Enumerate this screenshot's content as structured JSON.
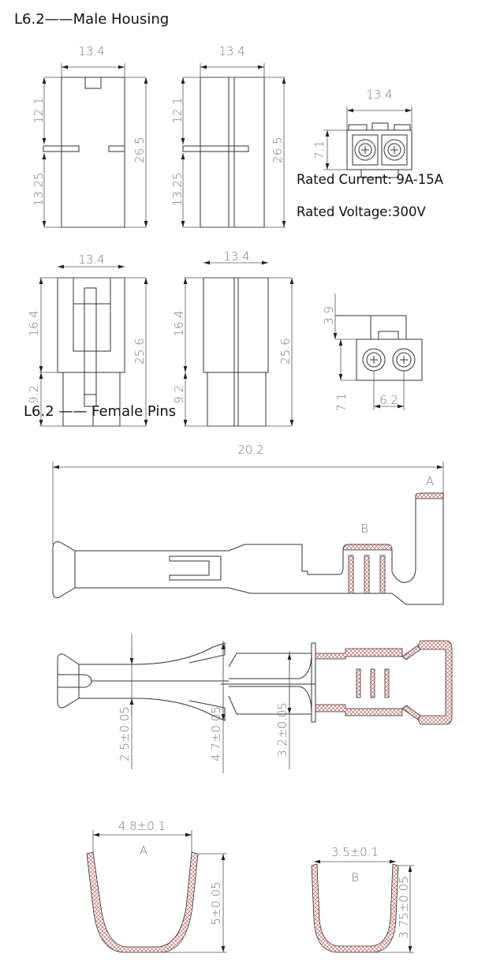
{
  "male_housing": {
    "title": "L6.2——Male Housing",
    "view1": {
      "width": "13.4",
      "upper": "12.1",
      "lower": "13.25",
      "height": "26.5"
    },
    "view2": {
      "width": "13.4",
      "upper": "12.1",
      "lower": "13.25",
      "height": "26.5"
    },
    "view3": {
      "width": "13.4",
      "height": "7.1"
    },
    "view4": {
      "width": "13.4",
      "upper": "16.4",
      "lower": "9.2",
      "height": "25.6"
    },
    "view5": {
      "width": "13.4",
      "upper": "16.4",
      "lower": "9.2",
      "height": "25.6"
    },
    "view6": {
      "top": "3.9",
      "height": "7.1",
      "pitch": "6.2"
    },
    "rated_current": "Rated Current: 9A-15A",
    "rated_voltage": "Rated Voltage:300V"
  },
  "female_pins": {
    "title": "L6.2 —— Female Pins",
    "length": "20.2",
    "label_a": "A",
    "label_b": "B",
    "dim1": "2.5±0.05",
    "dim2": "4.7±0.05",
    "dim3": "3.2±0.05",
    "section_a": {
      "label": "A",
      "width": "4.8±0.1",
      "height": "5±0.05"
    },
    "section_b": {
      "label": "B",
      "width": "3.5±0.1",
      "height": "3.75±0.05"
    }
  }
}
